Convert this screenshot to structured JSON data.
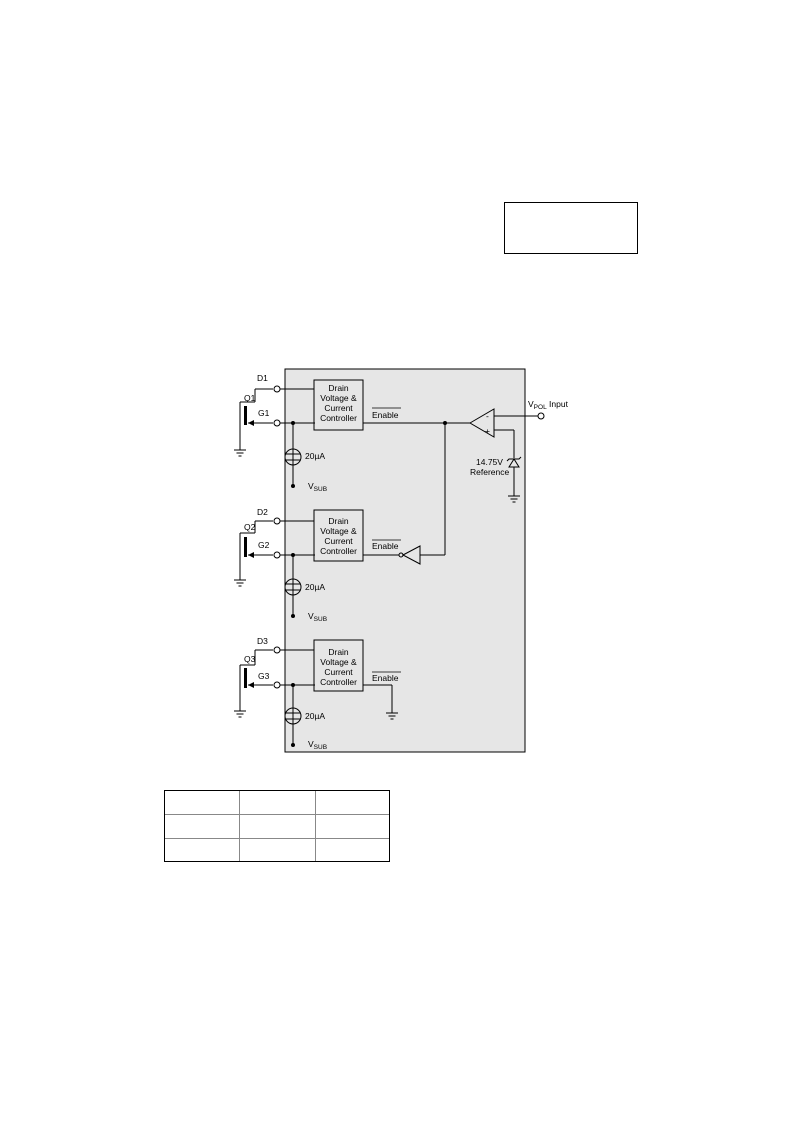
{
  "diagram": {
    "controller_label": [
      "Drain",
      "Voltage &",
      "Current",
      "Controller"
    ],
    "enable_label": "Enable",
    "channels": [
      {
        "drain": "D1",
        "gate": "G1",
        "transistor": "Q1",
        "current_source": "20µA",
        "sub_prefix": "V",
        "sub_suffix": "SUB"
      },
      {
        "drain": "D2",
        "gate": "G2",
        "transistor": "Q2",
        "current_source": "20µA",
        "sub_prefix": "V",
        "sub_suffix": "SUB"
      },
      {
        "drain": "D3",
        "gate": "G3",
        "transistor": "Q3",
        "current_source": "20µA",
        "sub_prefix": "V",
        "sub_suffix": "SUB"
      }
    ],
    "vpol": {
      "prefix": "V",
      "sub": "POL",
      "suffix": " Input"
    },
    "comparator": {
      "minus": "-",
      "plus": "+"
    },
    "reference": {
      "voltage": "14.75V",
      "label": "Reference"
    }
  },
  "colors": {
    "chip_fill": "#e6e6e6",
    "line": "#000000"
  }
}
